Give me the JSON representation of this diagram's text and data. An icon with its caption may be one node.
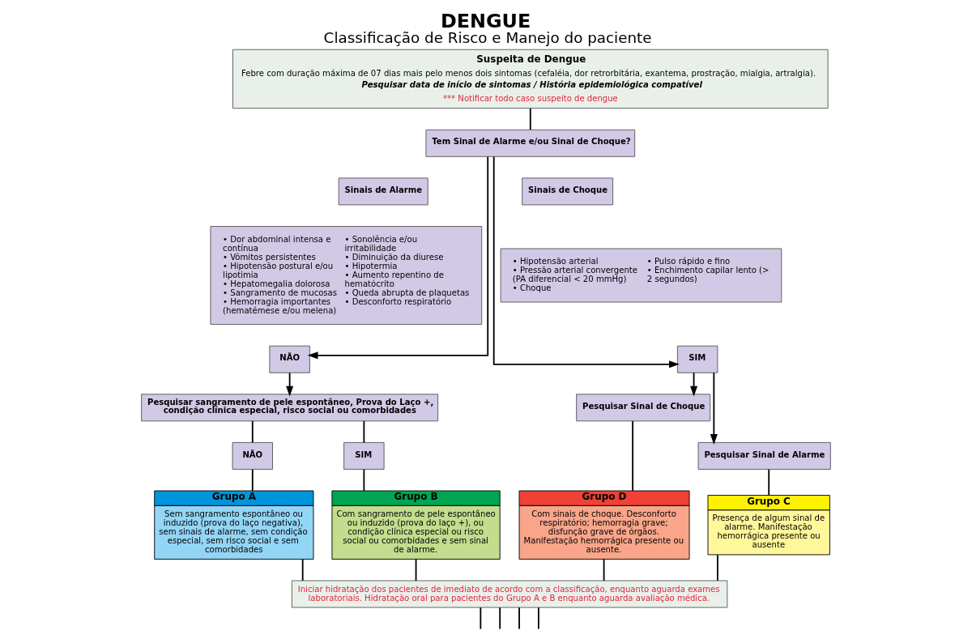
{
  "diagram": {
    "title": "DENGUE",
    "caption": "Classificação de Risco e Manejo do paciente",
    "nodes": [
      {
        "text": [
          "Suspeita de Dengue",
          "Febre com duração máxima de 07 dias mais pelo menos dois sintomas (cefaléia, dor retrorbitária, exantema, prostração, mialgia, artralgia).",
          "Pesquisar data de início de sintomas / História epidemiológica compatível",
          "*** Notificar todo caso suspeito de dengue"
        ]
      },
      {
        "text": [
          "Tem Sinal de Alarme e/ou Sinal de Choque?"
        ]
      },
      {
        "text": [
          "Sinais de Alarme"
        ]
      },
      {
        "text": [
          "• Dor abdominal intensa e contínua",
          "• Vômitos persistentes",
          "• Hipotensão postural e/ou lipotimia",
          "• Hepatomegalia dolorosa",
          "• Sangramento de mucosas",
          "• Hemorragia importantes (hematêmese e/ou melena)",
          "• Sonolência e/ou irritabilidade",
          "• Diminuição da diurese",
          "• Hipotermia",
          "• Aumento repentino de hematócrito",
          "• Queda abrupta de plaquetas",
          "• Desconforto respiratório"
        ]
      },
      {
        "text": [
          "Sinais de Choque"
        ]
      },
      {
        "text": [
          "• Hipotensão arterial",
          "• Pressão arterial convergente (PA diferencial < 20 mmHg)",
          "• Choque",
          "• Pulso rápido e fino",
          "• Enchimento capilar lento (> 2 segundos)"
        ]
      },
      {
        "text": [
          "NÃO"
        ]
      },
      {
        "text": [
          "SIM"
        ]
      },
      {
        "text": [
          "Pesquisar sangramento de pele espontâneo, Prova do Laço +, condição clínica especial, risco social ou comorbidades"
        ]
      },
      {
        "text": [
          "Pesquisar Sinal de Alarme"
        ]
      },
      {
        "text": [
          "Pesquisar Sinal de Choque"
        ]
      },
      {
        "text": [
          "NÃO"
        ]
      },
      {
        "text": [
          "SIM"
        ]
      },
      {
        "text": [
          "Grupo A",
          "Sem sangramento espontâneo ou induzido (prova do laço negativa), sem sinais de alarme, sem condição especial, sem risco social e sem comorbidades"
        ]
      },
      {
        "text": [
          "Grupo B",
          "Com sangramento de pele espontâneo ou induzido (prova do laço +), ou condição clínica especial ou risco social ou comorbidades e sem sinal de alarme."
        ]
      },
      {
        "text": [
          "Grupo C",
          "Presença de algum sinal de alarme. Manifestação hemorrágica presente ou ausente"
        ]
      },
      {
        "text": [
          "Grupo D",
          "Com sinais de choque. Desconforto respiratório; hemorragia grave; disfunção grave de órgãos. Manifestação hemorrágica presente ou ausente."
        ]
      },
      {
        "text": [
          "Iniciar hidratação dos pacientes de imediato de acordo com a classificação, enquanto aguarda exames laboratoriais. Hidratação oral para pacientes do Grupo A e B enquanto aguarda avaliação médica."
        ]
      }
    ],
    "edges": [
      {
        "from": 0,
        "to": 1,
        "arrow": "none"
      },
      {
        "from": 1,
        "to": 6,
        "arrow": "to"
      },
      {
        "from": 1,
        "to": 7,
        "arrow": "to"
      },
      {
        "from": 6,
        "to": 8,
        "arrow": "to"
      },
      {
        "from": 7,
        "to": 9,
        "arrow": "to"
      },
      {
        "from": 7,
        "to": 10,
        "arrow": "to"
      },
      {
        "from": 8,
        "to": 11,
        "arrow": "none"
      },
      {
        "from": 8,
        "to": 12,
        "arrow": "none"
      },
      {
        "from": 11,
        "to": 13,
        "arrow": "none"
      },
      {
        "from": 12,
        "to": 14,
        "arrow": "none"
      },
      {
        "from": 9,
        "to": 15,
        "arrow": "none"
      },
      {
        "from": 10,
        "to": 16,
        "arrow": "none"
      },
      {
        "from": 13,
        "to": 17,
        "arrow": "none"
      },
      {
        "from": 14,
        "to": 17,
        "arrow": "none"
      },
      {
        "from": 15,
        "to": 17,
        "arrow": "none"
      },
      {
        "from": 16,
        "to": 17,
        "arrow": "none"
      },
      {
        "from": 17,
        "to": null,
        "arrow": "none"
      },
      {
        "from": 17,
        "to": null,
        "arrow": "none"
      },
      {
        "from": 17,
        "to": null,
        "arrow": "none"
      },
      {
        "from": 17,
        "to": null,
        "arrow": "none"
      }
    ]
  }
}
